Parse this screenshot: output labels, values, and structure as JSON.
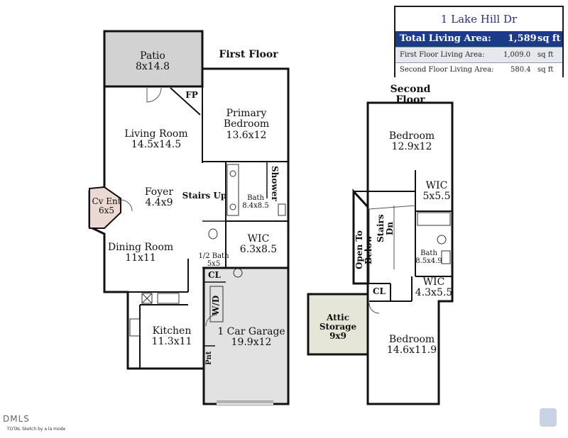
{
  "summary": {
    "title": "1 Lake Hill Dr",
    "total_label": "Total Living Area:",
    "total_value": "1,589",
    "total_unit": "sq ft",
    "first_label": "First Floor Living Area:",
    "first_value": "1,009.0",
    "first_unit": "sq ft",
    "second_label": "Second Floor Living Area:",
    "second_value": "580.4",
    "second_unit": "sq ft"
  },
  "first_floor": {
    "heading": "First Floor",
    "patio": {
      "name": "Patio",
      "dims": "8x14.8"
    },
    "fp": "FP",
    "primary_bedroom": {
      "name": "Primary Bedroom",
      "dims": "13.6x12"
    },
    "living_room": {
      "name": "Living Room",
      "dims": "14.5x14.5"
    },
    "shower": "Shower",
    "bath": {
      "name": "Bath",
      "dims": "8.4x8.5"
    },
    "stairs_up": "Stairs Up",
    "foyer": {
      "name": "Foyer",
      "dims": "4.4x9"
    },
    "cv_ent": {
      "name": "Cv Ent",
      "dims": "6x5"
    },
    "wic": {
      "name": "WIC",
      "dims": "6.3x8.5"
    },
    "dining_room": {
      "name": "Dining Room",
      "dims": "11x11"
    },
    "half_bath": {
      "name": "1/2 Bath",
      "dims": "5x5"
    },
    "cl": "CL",
    "wd": "W/D",
    "kitchen": {
      "name": "Kitchen",
      "dims": "11.3x11"
    },
    "garage": {
      "name": "1 Car Garage",
      "dims": "19.9x12"
    },
    "pnt": "Pnt"
  },
  "second_floor": {
    "heading": "Second Floor",
    "bedroom_top": {
      "name": "Bedroom",
      "dims": "12.9x12"
    },
    "wic_top": {
      "name": "WIC",
      "dims": "5x5.5"
    },
    "stairs_dn": "Stairs Dn",
    "open_to_below": "Open To Below",
    "bath": {
      "name": "Bath",
      "dims": "8.5x4.9"
    },
    "wic_bottom": {
      "name": "WIC",
      "dims": "4.3x5.5"
    },
    "cl": "CL",
    "attic": {
      "name": "Attic Storage",
      "dims": "9x9"
    },
    "bedroom_bottom": {
      "name": "Bedroom",
      "dims": "14.6x11.9"
    }
  },
  "footer": {
    "logo": "DMLS",
    "note": "TOTAL Sketch by a la mode"
  },
  "colors": {
    "wall": "#111111",
    "patio_fill": "#d2d2d2",
    "garage_fill": "#e2e2e2",
    "cv_ent_fill": "#ecd9d3",
    "attic_fill": "#e5e5d8",
    "summary_band": "#1a3a8a"
  }
}
